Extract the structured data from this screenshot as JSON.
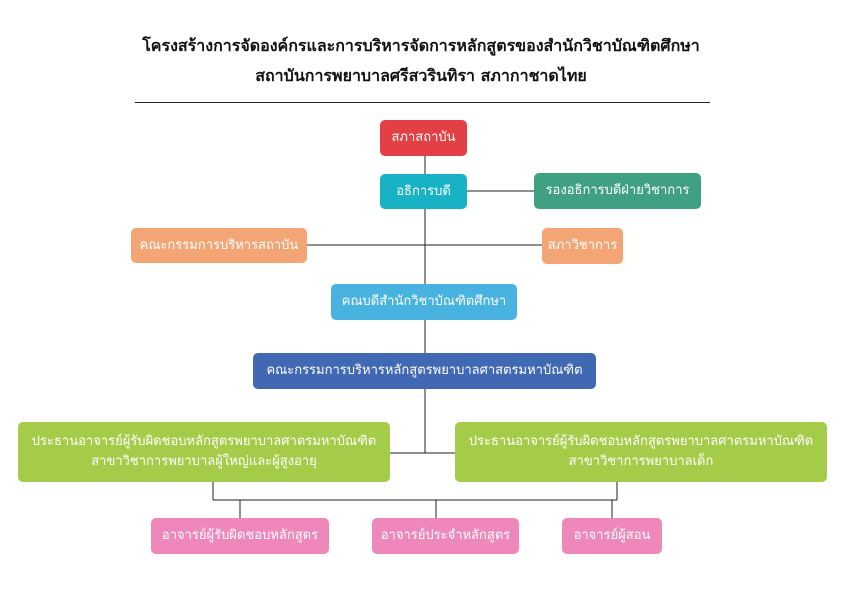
{
  "title": {
    "line1": "โครงสร้างการจัดองค์กรและการบริหารจัดการหลักสูตรของสำนักวิชาบัณฑิตศึกษา",
    "line2": "สถาบันการพยาบาลศรีสวรินทิรา สภากาชาดไทย"
  },
  "nodes": {
    "council": "สภาสถาบัน",
    "director": "อธิการบดี",
    "vice_director": "รองอธิการบดีฝ่ายวิชาการ",
    "admin_committee": "คณะกรรมการบริหารสถาบัน",
    "academic_council": "สภาวิชาการ",
    "dean": "คณบดีสำนักวิชาบัณฑิตศึกษา",
    "curriculum_committee": "คณะกรรมการบริหารหลักสูตรพยาบาลศาสตรมหาบัณฑิต",
    "chair_adult": {
      "line1": "ประธานอาจารย์ผู้รับผิดชอบหลักสูตรพยาบาลศาตรมหาบัณฑิต",
      "line2": "สาขาวิชาการพยาบาลผู้ใหญ่และผู้สูงอายุ"
    },
    "chair_child": {
      "line1": "ประธานอาจารย์ผู้รับผิดชอบหลักสูตรพยาบาลศาตรมหาบัณฑิต",
      "line2": "สาขาวิชาการพยาบาลเด็ก"
    },
    "responsible_faculty": "อาจารย์ผู้รับผิดชอบหลักสูตร",
    "curriculum_faculty": "อาจารย์ประจำหลักสูตร",
    "teaching_faculty": "อาจารย์ผู้สอน"
  },
  "colors": {
    "council": "#e24045",
    "director": "#17b2c4",
    "vice_director": "#3fa083",
    "admin_committee": "#f3a576",
    "academic_council": "#f3a576",
    "dean": "#48b2e0",
    "curriculum_committee": "#4168b2",
    "chairs": "#a4cc48",
    "faculty": "#ef88ba",
    "lines": "#222222"
  }
}
